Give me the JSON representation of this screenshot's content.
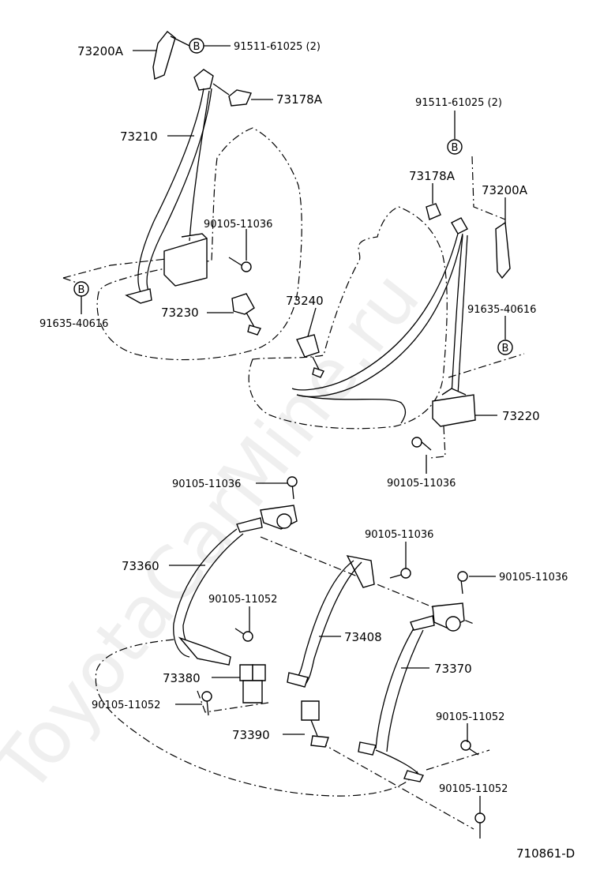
{
  "watermark": "ToyotaCarMine.ru",
  "diagram_id": "710861-D",
  "circle_marker": "B",
  "labels": {
    "p73200a_left": "73200A",
    "p91511_left": "91511-61025 (2)",
    "p73178a_left": "73178A",
    "p73210": "73210",
    "p90105_11036_a": "90105-11036",
    "p91635_left": "91635-40616",
    "p73230": "73230",
    "p91511_right": "91511-61025 (2)",
    "p73178a_right": "73178A",
    "p73200a_right": "73200A",
    "p73240": "73240",
    "p91635_right": "91635-40616",
    "p73220": "73220",
    "p90105_11036_b": "90105-11036",
    "p90105_11036_c": "90105-11036",
    "p90105_11036_d": "90105-11036",
    "p90105_11036_e": "90105-11036",
    "p73360": "73360",
    "p90105_11052_a": "90105-11052",
    "p73408": "73408",
    "p73370": "73370",
    "p73380": "73380",
    "p90105_11052_b": "90105-11052",
    "p90105_11052_c": "90105-11052",
    "p73390": "73390",
    "p90105_11052_d": "90105-11052"
  }
}
